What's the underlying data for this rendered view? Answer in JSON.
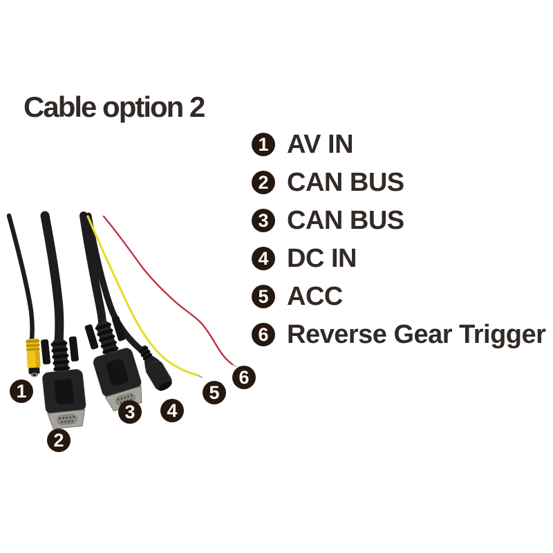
{
  "title": "Cable option 2",
  "legend": {
    "items": [
      {
        "number": "1",
        "label": "AV IN"
      },
      {
        "number": "2",
        "label": "CAN BUS"
      },
      {
        "number": "3",
        "label": "CAN BUS"
      },
      {
        "number": "4",
        "label": "DC IN"
      },
      {
        "number": "5",
        "label": "ACC"
      },
      {
        "number": "6",
        "label": "Reverse Gear Trigger"
      }
    ]
  },
  "photo": {
    "callouts": [
      {
        "number": "1"
      },
      {
        "number": "2"
      },
      {
        "number": "3"
      },
      {
        "number": "4"
      },
      {
        "number": "5"
      },
      {
        "number": "6"
      }
    ]
  },
  "colors": {
    "label_circle": "#26180f",
    "text": "#312a26",
    "rca_yellow": "#f2c31c",
    "wire_yellow": "#e8dc2b",
    "wire_red": "#c1323f",
    "cable_black": "#1d1d1d",
    "metal_silver": "#a6a59d"
  }
}
